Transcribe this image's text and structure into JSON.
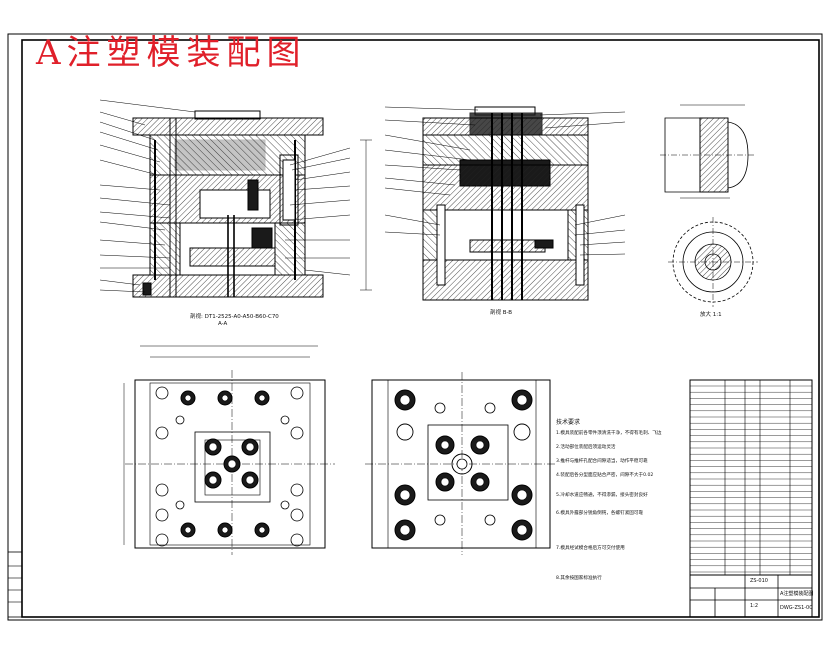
{
  "drawing": {
    "title": "A注塑模装配图",
    "section_a_label": "剖视: DT1-2525-A0-A50-B60-C70",
    "section_a_name": "A-A",
    "section_b_label": "剖视 B-B",
    "detail_label": "放大 1:1",
    "notes_title": "技术要求",
    "notes": [
      "1.模具装配前各零件须清洗干净，不得有毛刺、飞边",
      "2.活动部位装配后须运动灵活",
      "3.推杆与推杆孔配合间隙适当，动作平稳可靠",
      "4.装配后各分型面应贴合严密，间隙不大于0.02",
      "5.冷却水道应畅通，不得渗漏，接头密封良好",
      "6.模具外露部分锐角倒钝，各螺钉紧固可靠",
      "7.模具经试模合格后方可交付使用",
      "8.其余按国家标准执行"
    ],
    "title_block": {
      "drawing_no": "ZS-010",
      "name": "A注塑模装配图",
      "scale": "1:2",
      "code": "DWG-ZS1-00"
    }
  },
  "colors": {
    "title": "#e0202a",
    "line": "#000000",
    "hatch": "#222222",
    "fill_dark": "#1a1a1a"
  }
}
